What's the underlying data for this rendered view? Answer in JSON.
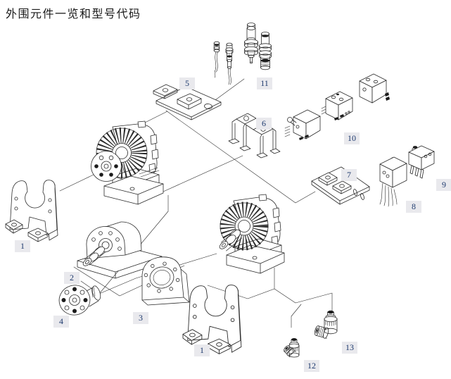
{
  "title": "外围元件一览和型号代码",
  "colors": {
    "background": "#ffffff",
    "line": "#2b2b2b",
    "label_bg": "#e9e9ed",
    "label_text": "#1e3a6e"
  },
  "callouts": [
    {
      "part": "u-mounting-bracket-left",
      "text": "1"
    },
    {
      "part": "shaft-bearing-block",
      "text": "2"
    },
    {
      "part": "flange-plate",
      "text": "3"
    },
    {
      "part": "flange-coupling",
      "text": "4"
    },
    {
      "part": "flat-sensor-bracket",
      "text": "5"
    },
    {
      "part": "bent-switch-bracket",
      "text": "6"
    },
    {
      "part": "rail-bracket",
      "text": "7"
    },
    {
      "part": "micro-switch-wire-leads",
      "text": "8"
    },
    {
      "part": "micro-switch-terminals",
      "text": "9"
    },
    {
      "part": "micro-switch-group",
      "text": "10"
    },
    {
      "part": "proximity-sensors",
      "text": "11"
    },
    {
      "part": "elbow-fitting-small",
      "text": "12"
    },
    {
      "part": "elbow-fitting-large",
      "text": "13"
    },
    {
      "part": "u-mounting-bracket-bottom",
      "text": "1"
    }
  ]
}
